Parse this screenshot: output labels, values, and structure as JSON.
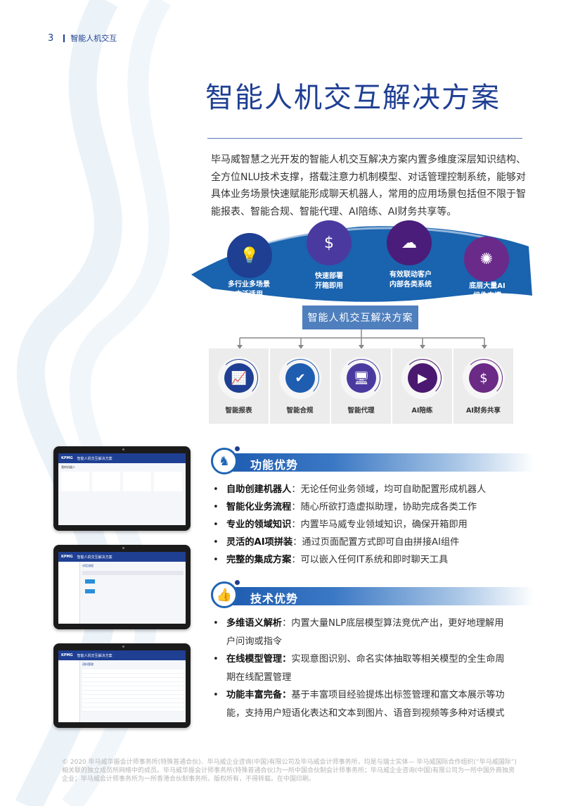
{
  "header": {
    "page_number": "3",
    "section": "智能人机交互"
  },
  "title": "智能人机交互解决方案",
  "intro": "毕马威智慧之光开发的智能人机交互解决方案内置多维度深层知识结构、全方位NLU技术支撑，搭载注意力机制模型、对话管理控制系统，能够对具体业务场景快速赋能形成聊天机器人，常用的应用场景包括但不限于智能报表、智能合规、智能代理、AI陪练、AI财务共享等。",
  "features": [
    {
      "line1": "多行业多场景",
      "line2": "广泛适用",
      "icon": "lightbulb-puzzle-icon",
      "color": "#1f3f93"
    },
    {
      "line1": "快速部署",
      "line2": "开箱即用",
      "icon": "money-clock-icon",
      "color": "#4a3aa0"
    },
    {
      "line1": "有效联动客户",
      "line2": "内部各类系统",
      "icon": "cloud-database-icon",
      "color": "#4a1d7a"
    },
    {
      "line1": "底层大量AI",
      "line2": "组件支撑",
      "icon": "network-hub-icon",
      "color": "#6a2a8a"
    }
  ],
  "solution_box": "智能人机交互解决方案",
  "solutions": [
    {
      "label": "智能报表",
      "icon": "report-chart-icon",
      "color": "#1f3f93"
    },
    {
      "label": "智能合规",
      "icon": "compliance-check-icon",
      "color": "#1f5db0"
    },
    {
      "label": "智能代理",
      "icon": "agent-monitor-icon",
      "color": "#4a3aa0"
    },
    {
      "label": "AI陪练",
      "icon": "training-video-icon",
      "color": "#4a1870"
    },
    {
      "label": "AI财务共享",
      "icon": "finance-search-icon",
      "color": "#6a2a85"
    }
  ],
  "section_function": {
    "title": "功能优势",
    "items": [
      {
        "bold": "自助创建机器人",
        "text": "：无论任何业务领域，均可自助配置形成机器人"
      },
      {
        "bold": "智能化业务流程",
        "text": "：随心所欲打造虚拟助理，协助完成各类工作"
      },
      {
        "bold": "专业的领域知识",
        "text": "：内置毕马威专业领域知识，确保开箱即用"
      },
      {
        "bold": "灵活的AI项拼装",
        "text": "：通过页面配置方式即可自由拼接AI组件"
      },
      {
        "bold": "完整的集成方案",
        "text": "：可以嵌入任何IT系统和即时聊天工具"
      }
    ]
  },
  "section_tech": {
    "title": "技术优势",
    "items": [
      {
        "bold": "多维语义解析",
        "text": "：内置大量NLP底层模型算法竞优产出，更好地理解用户问询或指令"
      },
      {
        "bold": "在线模型管理：",
        "text": "实现意图识别、命名实体抽取等相关模型的全生命周期在线配置管理"
      },
      {
        "bold": "功能丰富完备：",
        "text": "基于丰富项目经验提炼出标签管理和富文本展示等功能，支持用户短语化表达和文本到图片、语音到视频等多种对话模式"
      }
    ]
  },
  "laptops": [
    {
      "app_title": "智能人机交互解决方案",
      "heading": "我的机器人"
    },
    {
      "app_title": "智能人机交互解决方案",
      "heading": "对话流程"
    },
    {
      "app_title": "智能人机交互解决方案",
      "heading": "语料管理"
    }
  ],
  "footer": "© 2020 毕马威华振会计师事务所(特殊普通合伙)、毕马威企业咨询(中国)有限公司及毕马威会计师事务所，均是与瑞士实体— 毕马威国际合作组织(“毕马威国际”)相关联的独立成员所网络中的成员。毕马威华振会计师事务所(特殊普通合伙)为一所中国合伙制会计师事务所；毕马威企业咨询(中国)有限公司为一所中国外商独资企业；毕马威会计师事务所为一所香港合伙制事务所。版权所有，不得转载。在中国印刷。"
}
